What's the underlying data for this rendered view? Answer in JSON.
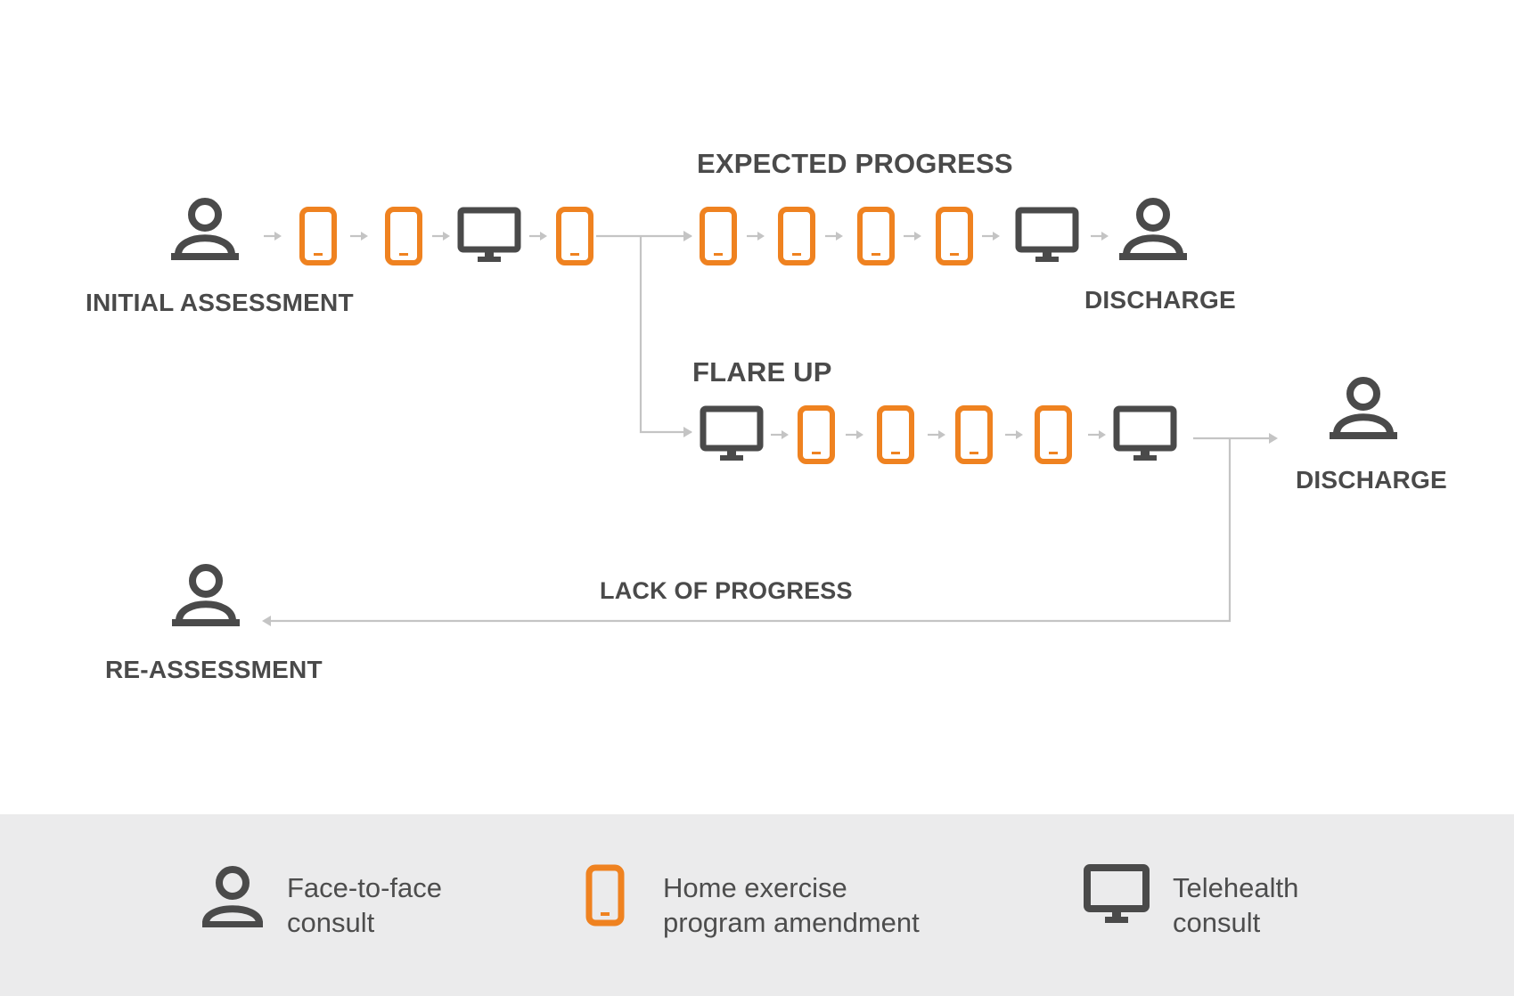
{
  "colors": {
    "accent": "#ef8220",
    "icon_dark": "#4a4a4a",
    "connector": "#c4c4c4",
    "legend_bg": "#ebebec",
    "text": "#4a4a4a"
  },
  "nodes": {
    "initial_assessment": "INITIAL ASSESSMENT",
    "discharge_expected": "DISCHARGE",
    "discharge_flare": "DISCHARGE",
    "re_assessment": "RE-ASSESSMENT"
  },
  "paths": {
    "expected_progress": "EXPECTED PROGRESS",
    "flare_up": "FLARE UP",
    "lack_of_progress": "LACK OF PROGRESS"
  },
  "sequences": {
    "initial": [
      "person-icon",
      "phone-icon",
      "phone-icon",
      "monitor-icon",
      "phone-icon"
    ],
    "expected_progress": [
      "phone-icon",
      "phone-icon",
      "phone-icon",
      "phone-icon",
      "monitor-icon",
      "person-icon"
    ],
    "flare_up": [
      "monitor-icon",
      "phone-icon",
      "phone-icon",
      "phone-icon",
      "phone-icon",
      "monitor-icon"
    ],
    "flare_up_end": [
      "person-icon"
    ],
    "re_assessment": [
      "person-icon"
    ]
  },
  "legend": {
    "items": [
      {
        "icon": "person-icon",
        "line1": "Face-to-face",
        "line2": "consult"
      },
      {
        "icon": "phone-icon",
        "line1": "Home exercise",
        "line2": "program amendment"
      },
      {
        "icon": "monitor-icon",
        "line1": "Telehealth",
        "line2": "consult"
      }
    ]
  }
}
